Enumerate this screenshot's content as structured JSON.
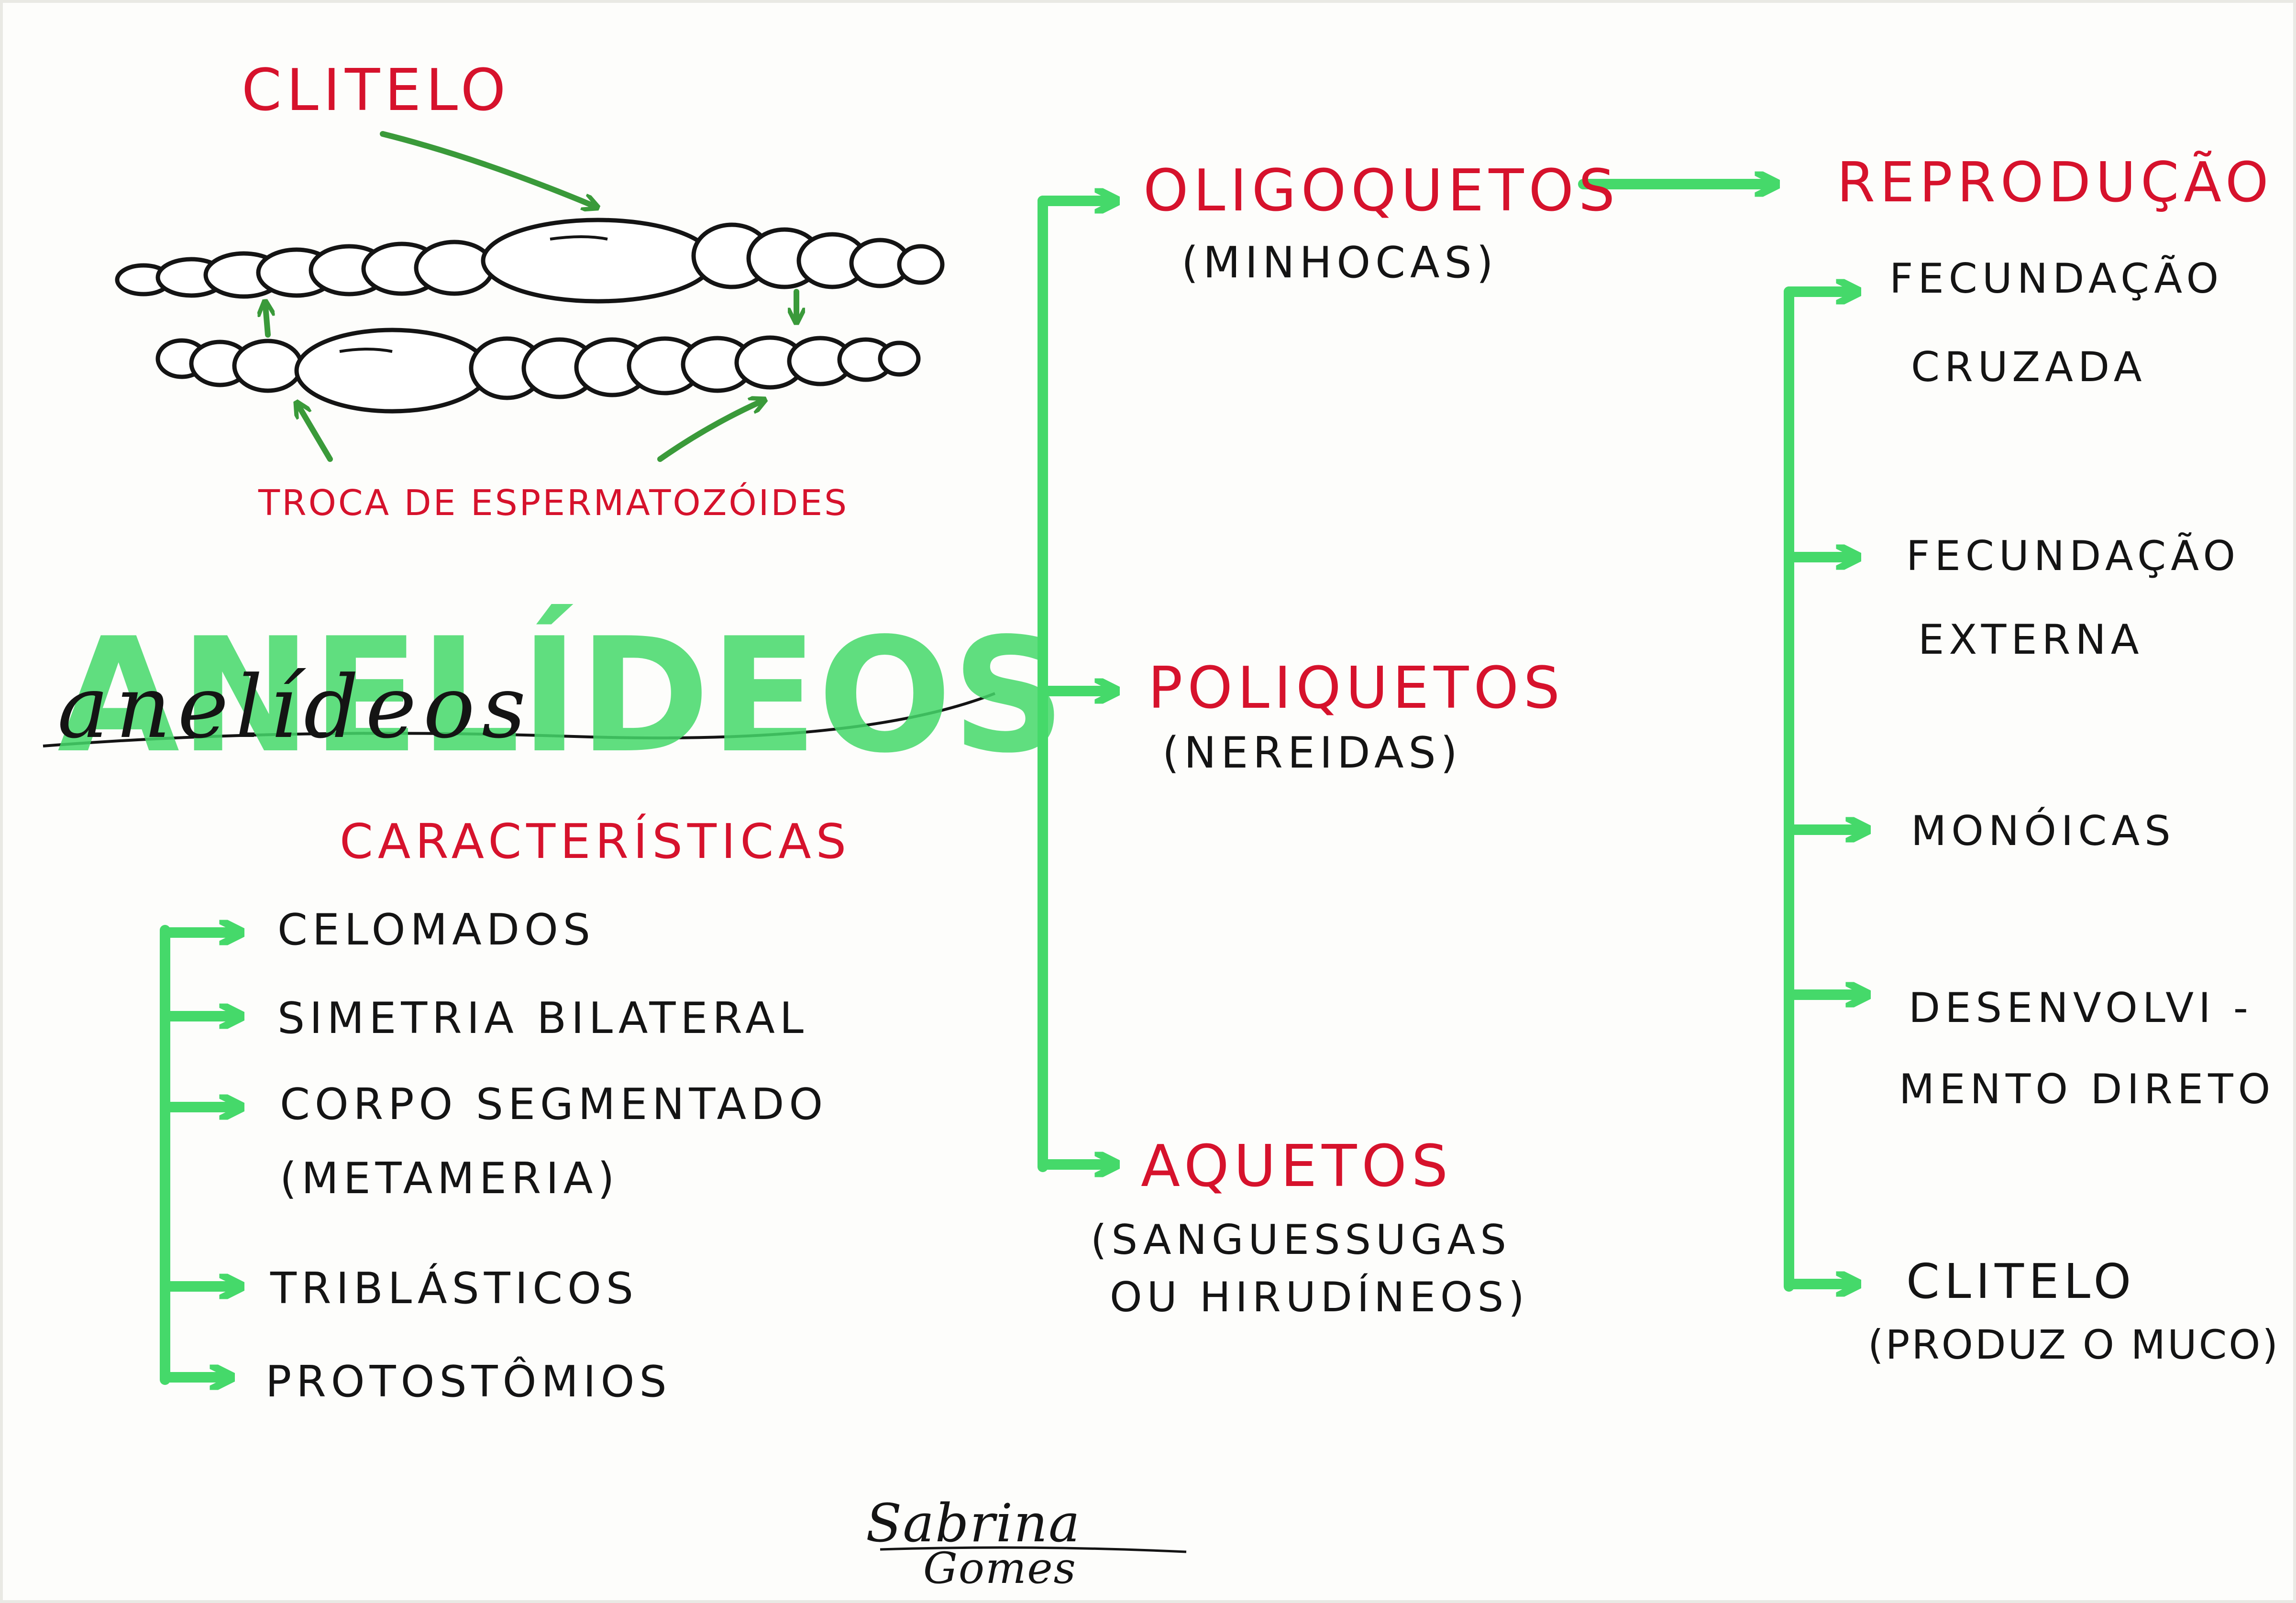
{
  "colors": {
    "green": "#45d96a",
    "red": "#d6122c",
    "ink": "#141414",
    "bg": "#fdfdfb"
  },
  "title": {
    "block": "ANELÍDEOS",
    "script": "anelídeos"
  },
  "worm_diagram": {
    "label_top": "CLITELO",
    "label_bottom": "TROCA DE ESPERMATOZÓIDES"
  },
  "characteristics": {
    "heading": "CARACTERÍSTICAS",
    "items": [
      "CELOMADOS",
      "SIMETRIA BILATERAL",
      "CORPO SEGMENTADO",
      "(METAMERIA)",
      "TRIBLÁSTICOS",
      "PROTOSTÔMIOS"
    ]
  },
  "classes": [
    {
      "name": "OLIGOQUETOS",
      "note": "(MINHOCAS)"
    },
    {
      "name": "POLIQUETOS",
      "note": "(NEREIDAS)"
    },
    {
      "name": "AQUETOS",
      "note": "(SANGUESSUGAS",
      "note2": "OU HIRUDÍNEOS)"
    }
  ],
  "reproduction": {
    "heading": "REPRODUÇÃO",
    "items": [
      {
        "line1": "FECUNDAÇÃO",
        "line2": "CRUZADA"
      },
      {
        "line1": "FECUNDAÇÃO",
        "line2": "EXTERNA"
      },
      {
        "line1": "MONÓICAS",
        "line2": ""
      },
      {
        "line1": "DESENVOLVI -",
        "line2": "MENTO DIRETO"
      },
      {
        "line1": "CLITELO",
        "line2": "(PRODUZ O MUCO)"
      }
    ]
  },
  "signature": {
    "line1": "Sabrina",
    "line2": "Gomes"
  }
}
